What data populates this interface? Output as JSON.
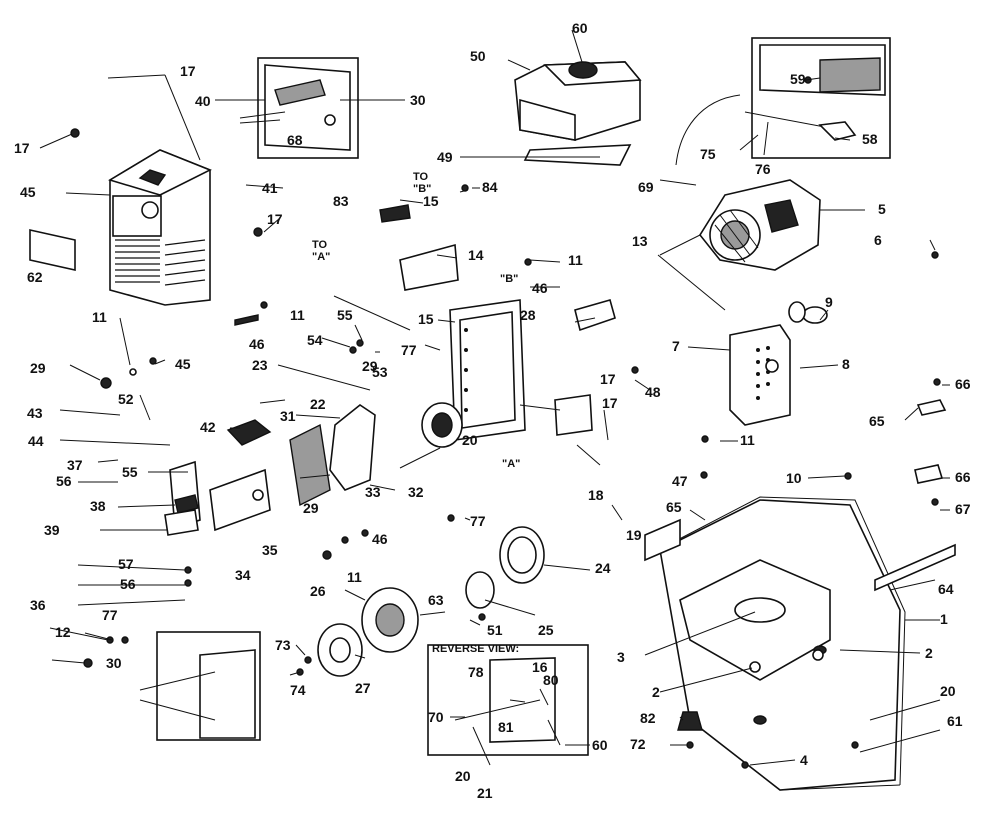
{
  "notes": {
    "reverse_view": "REVERSE VIEW:",
    "to_a": "TO\n\"A\"",
    "to_b": "TO\n\"B\"",
    "ref_a": "\"A\"",
    "ref_b": "\"B\""
  },
  "callouts": [
    "1",
    "2",
    "2",
    "3",
    "4",
    "5",
    "6",
    "7",
    "8",
    "9",
    "10",
    "11",
    "11",
    "11",
    "11",
    "11",
    "12",
    "13",
    "14",
    "15",
    "15",
    "16",
    "17",
    "17",
    "17",
    "17",
    "17",
    "18",
    "19",
    "20",
    "20",
    "20",
    "21",
    "22",
    "23",
    "24",
    "25",
    "26",
    "27",
    "28",
    "29",
    "29",
    "29",
    "30",
    "30",
    "31",
    "32",
    "33",
    "34",
    "35",
    "36",
    "37",
    "38",
    "39",
    "40",
    "41",
    "42",
    "43",
    "44",
    "45",
    "45",
    "46",
    "46",
    "46",
    "47",
    "48",
    "49",
    "50",
    "51",
    "52",
    "53",
    "54",
    "55",
    "55",
    "56",
    "56",
    "57",
    "58",
    "59",
    "60",
    "60",
    "61",
    "62",
    "63",
    "64",
    "65",
    "65",
    "66",
    "66",
    "67",
    "68",
    "69",
    "70",
    "72",
    "73",
    "74",
    "75",
    "76",
    "77",
    "77",
    "77",
    "78",
    "80",
    "81",
    "82",
    "83",
    "84"
  ]
}
